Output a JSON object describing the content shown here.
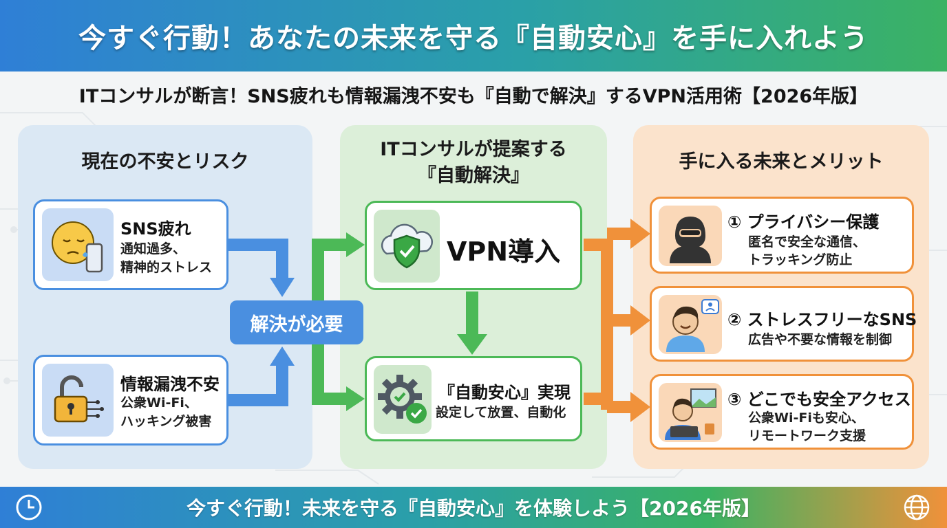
{
  "header": {
    "title": "今すぐ行動！あなたの未来を守る『自動安心』を手に入れよう"
  },
  "subtitle": "ITコンサルが断言！SNS疲れも情報漏洩不安も『自動で解決』するVPN活用術【2026年版】",
  "colors": {
    "blue": "#4a8fe0",
    "green": "#4cb957",
    "orange": "#f0913a"
  },
  "left": {
    "title": "現在の不安とリスク",
    "cards": [
      {
        "icon": "tired-face-phone-icon",
        "title": "SNS疲れ",
        "desc": [
          "通知過多、",
          "精神的ストレス"
        ]
      },
      {
        "icon": "unlocked-padlock-icon",
        "title": "情報漏洩不安",
        "desc": [
          "公衆Wi-Fi、",
          "ハッキング被害"
        ]
      }
    ],
    "need_label": "解決が必要"
  },
  "middle": {
    "title_lines": [
      "ITコンサルが提案する",
      "『自動解決』"
    ],
    "vpn": {
      "icon": "cloud-shield-icon",
      "title": "VPN導入"
    },
    "auto": {
      "icon": "gear-check-icon",
      "title": "『自動安心』実現",
      "desc": "設定して放置、自動化"
    }
  },
  "right": {
    "title": "手に入る未来とメリット",
    "cards": [
      {
        "icon": "masked-hacker-icon",
        "title": "① プライバシー保護",
        "desc": [
          "匿名で安全な通信、",
          "トラッキング防止"
        ]
      },
      {
        "icon": "smiling-user-icon",
        "title": "② ストレスフリーなSNS",
        "desc": [
          "広告や不要な情報を制御"
        ]
      },
      {
        "icon": "remote-worker-icon",
        "title": "③ どこでも安全アクセス",
        "desc": [
          "公衆Wi-Fiも安心、",
          "リモートワーク支援"
        ]
      }
    ]
  },
  "footer": {
    "text": "今すぐ行動！未来を守る『自動安心』を体験しよう【2026年版】",
    "left_icon": "clock-icon",
    "right_icon": "globe-icon"
  }
}
